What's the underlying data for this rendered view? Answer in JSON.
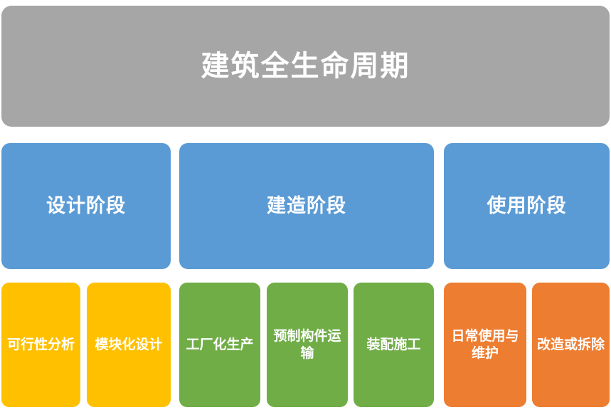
{
  "diagram": {
    "type": "hierarchy",
    "title": "建筑全生命周期",
    "background_color": "#ffffff",
    "root": {
      "label": "建筑全生命周期",
      "color": "#a6a6a6",
      "text_color": "#ffffff"
    },
    "phases": [
      {
        "label": "设计阶段",
        "color": "#5b9bd5",
        "text_color": "#ffffff"
      },
      {
        "label": "建造阶段",
        "color": "#5b9bd5",
        "text_color": "#ffffff"
      },
      {
        "label": "使用阶段",
        "color": "#5b9bd5",
        "text_color": "#ffffff"
      }
    ],
    "tasks": [
      {
        "label": "可行性分析",
        "color": "#ffc000",
        "text_color": "#ffffff",
        "parent": "设计阶段"
      },
      {
        "label": "模块化设计",
        "color": "#ffc000",
        "text_color": "#ffffff",
        "parent": "设计阶段"
      },
      {
        "label": "工厂化生产",
        "color": "#70ad47",
        "text_color": "#ffffff",
        "parent": "建造阶段"
      },
      {
        "label": "预制构件运输",
        "color": "#70ad47",
        "text_color": "#ffffff",
        "parent": "建造阶段"
      },
      {
        "label": "装配施工",
        "color": "#70ad47",
        "text_color": "#ffffff",
        "parent": "建造阶段"
      },
      {
        "label": "日常使用与维护",
        "color": "#ed7d31",
        "text_color": "#ffffff",
        "parent": "使用阶段"
      },
      {
        "label": "改造或拆除",
        "color": "#ed7d31",
        "text_color": "#ffffff",
        "parent": "使用阶段"
      }
    ]
  }
}
